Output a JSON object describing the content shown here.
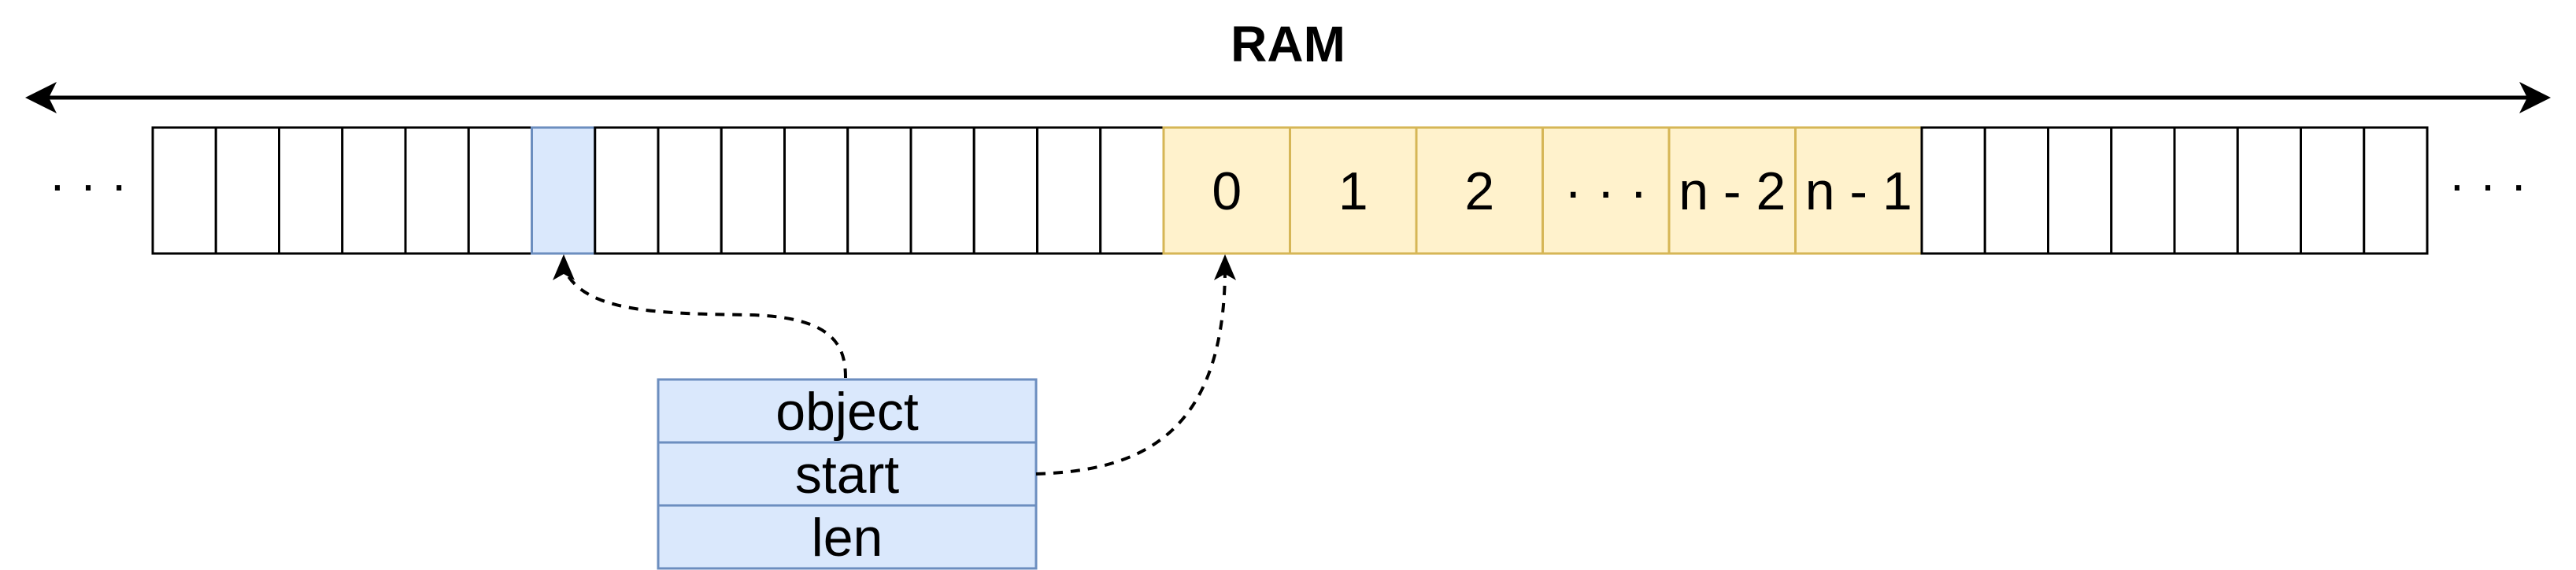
{
  "diagram": {
    "title": "RAM",
    "left_ellipsis": "· · ·",
    "right_ellipsis": "· · ·",
    "cells_before_slice": 16,
    "highlighted_object_cell_index": 6,
    "slice_elements": [
      "0",
      "1",
      "2",
      "· · ·",
      "n - 2",
      "n - 1"
    ],
    "cells_after_slice": 8,
    "struct_fields": [
      "object",
      "start",
      "len"
    ],
    "colors": {
      "line": "#000000",
      "object_fill": "#dae8fc",
      "object_stroke": "#6c8ebf",
      "slice_fill": "#fff2cc",
      "slice_stroke": "#d6b656"
    }
  }
}
